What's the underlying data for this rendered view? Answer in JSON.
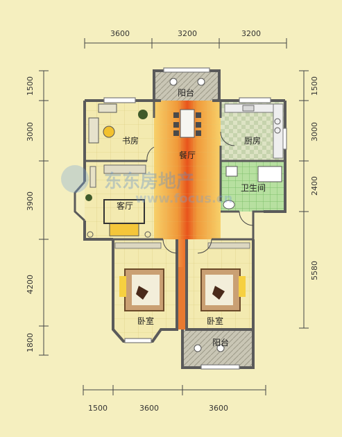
{
  "dimensions": {
    "top": [
      "3600",
      "3200",
      "3200"
    ],
    "bottom": [
      "1500",
      "3600",
      "3600"
    ],
    "left": [
      "1500",
      "3000",
      "3900",
      "4200",
      "1800"
    ],
    "right": [
      "1500",
      "3000",
      "2400",
      "5580"
    ]
  },
  "rooms": {
    "balcony_top": "阳台",
    "study": "书房",
    "dining": "餐厅",
    "kitchen": "厨房",
    "living": "客厅",
    "bathroom": "卫生间",
    "bedroom_left": "卧室",
    "bedroom_right": "卧室",
    "balcony_bottom": "阳台"
  },
  "watermark": {
    "cn": "东东房地产",
    "url": "www.focus.cn"
  },
  "colors": {
    "background": "#f5efbf",
    "wall": "#5a5a5a",
    "floor": "#f3eab0",
    "tile": "#dfe6c0",
    "green_tile": "#9fd28b",
    "accent": "#e5511a"
  }
}
